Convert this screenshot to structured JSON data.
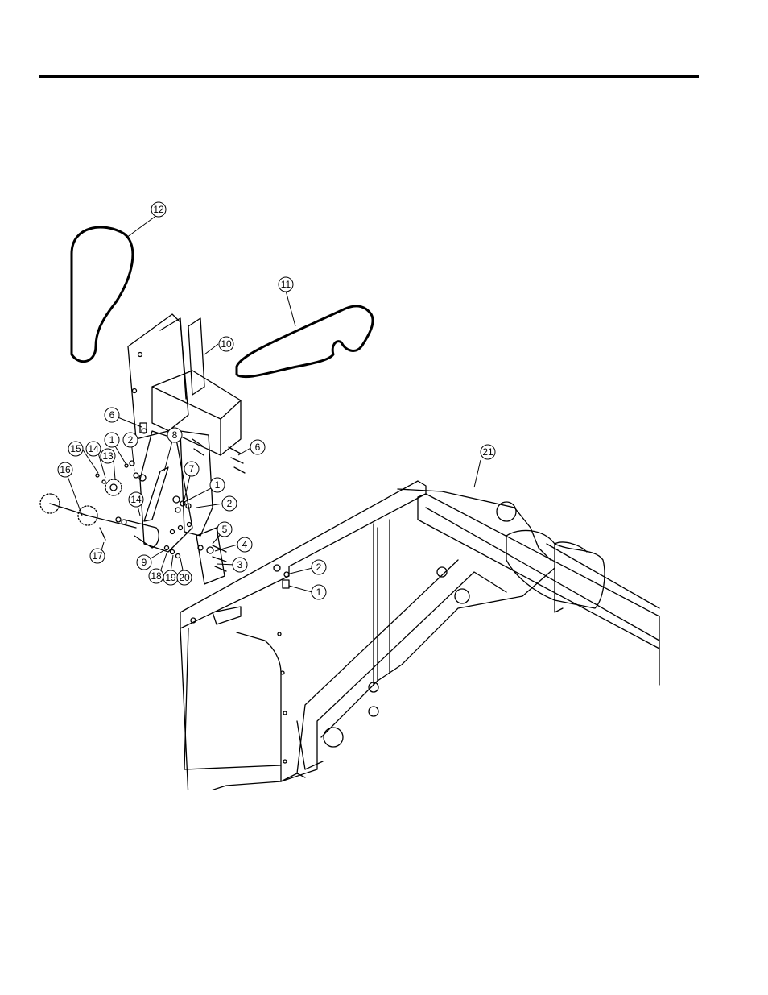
{
  "header": {
    "link_a": "",
    "link_b": ""
  },
  "diagram": {
    "callouts": [
      "1",
      "2",
      "3",
      "4",
      "5",
      "6",
      "7",
      "8",
      "9",
      "10",
      "11",
      "12",
      "13",
      "14",
      "15",
      "16",
      "17",
      "18",
      "19",
      "20",
      "21"
    ]
  }
}
